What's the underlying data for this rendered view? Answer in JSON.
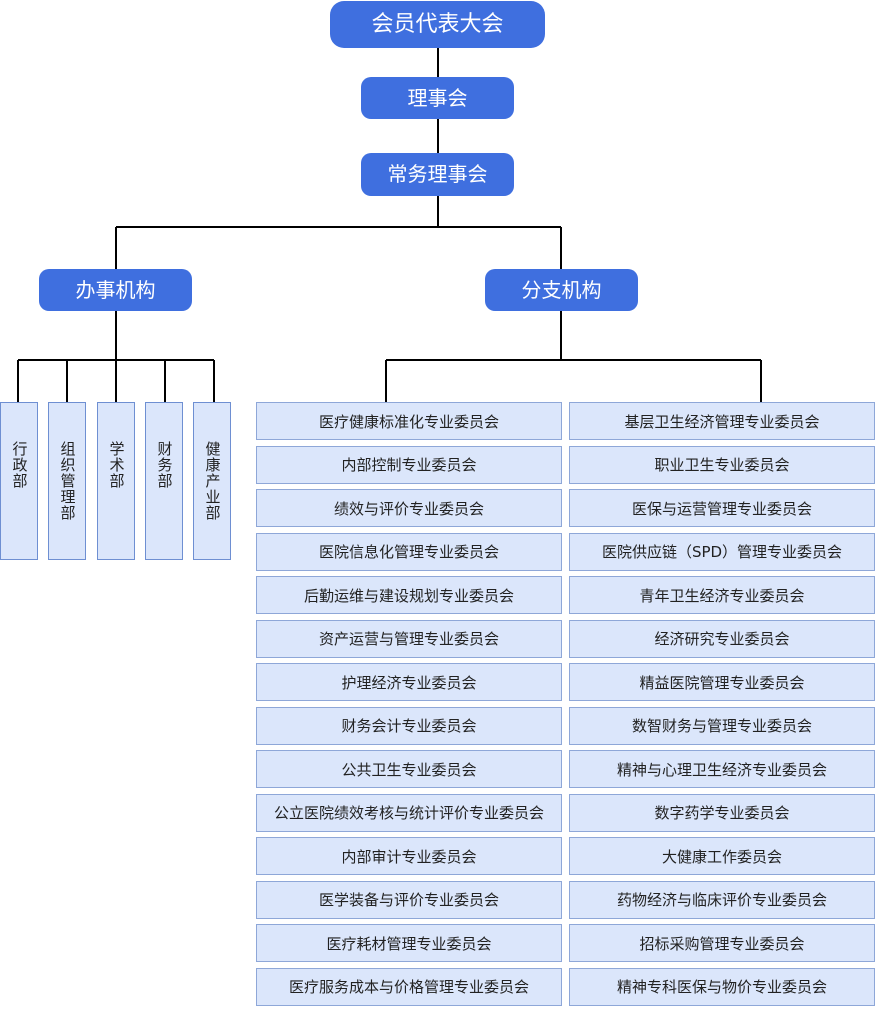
{
  "diagram": {
    "levels": {
      "congress": "会员代表大会",
      "council": "理事会",
      "standing_council": "常务理事会"
    },
    "branches": {
      "offices": "办事机构",
      "branch_orgs": "分支机构"
    },
    "office_departments": [
      "行政部",
      "组织管理部",
      "学术部",
      "财务部",
      "健康产业部"
    ],
    "committees_left": [
      "医疗健康标准化专业委员会",
      "内部控制专业委员会",
      "绩效与评价专业委员会",
      "医院信息化管理专业委员会",
      "后勤运维与建设规划专业委员会",
      "资产运营与管理专业委员会",
      "护理经济专业委员会",
      "财务会计专业委员会",
      "公共卫生专业委员会",
      "公立医院绩效考核与统计评价专业委员会",
      "内部审计专业委员会",
      "医学装备与评价专业委员会",
      "医疗耗材管理专业委员会",
      "医疗服务成本与价格管理专业委员会"
    ],
    "committees_right": [
      "基层卫生经济管理专业委员会",
      "职业卫生专业委员会",
      "医保与运营管理专业委员会",
      "医院供应链（SPD）管理专业委员会",
      "青年卫生经济专业委员会",
      "经济研究专业委员会",
      "精益医院管理专业委员会",
      "数智财务与管理专业委员会",
      "精神与心理卫生经济专业委员会",
      "数字药学专业委员会",
      "大健康工作委员会",
      "药物经济与临床评价专业委员会",
      "招标采购管理专业委员会",
      "精神专科医保与物价专业委员会"
    ],
    "colors": {
      "header_fill": "#3f6fdf",
      "cell_fill": "#dbe6fb",
      "cell_border": "#8ea7d8",
      "connector": "#000000"
    }
  }
}
